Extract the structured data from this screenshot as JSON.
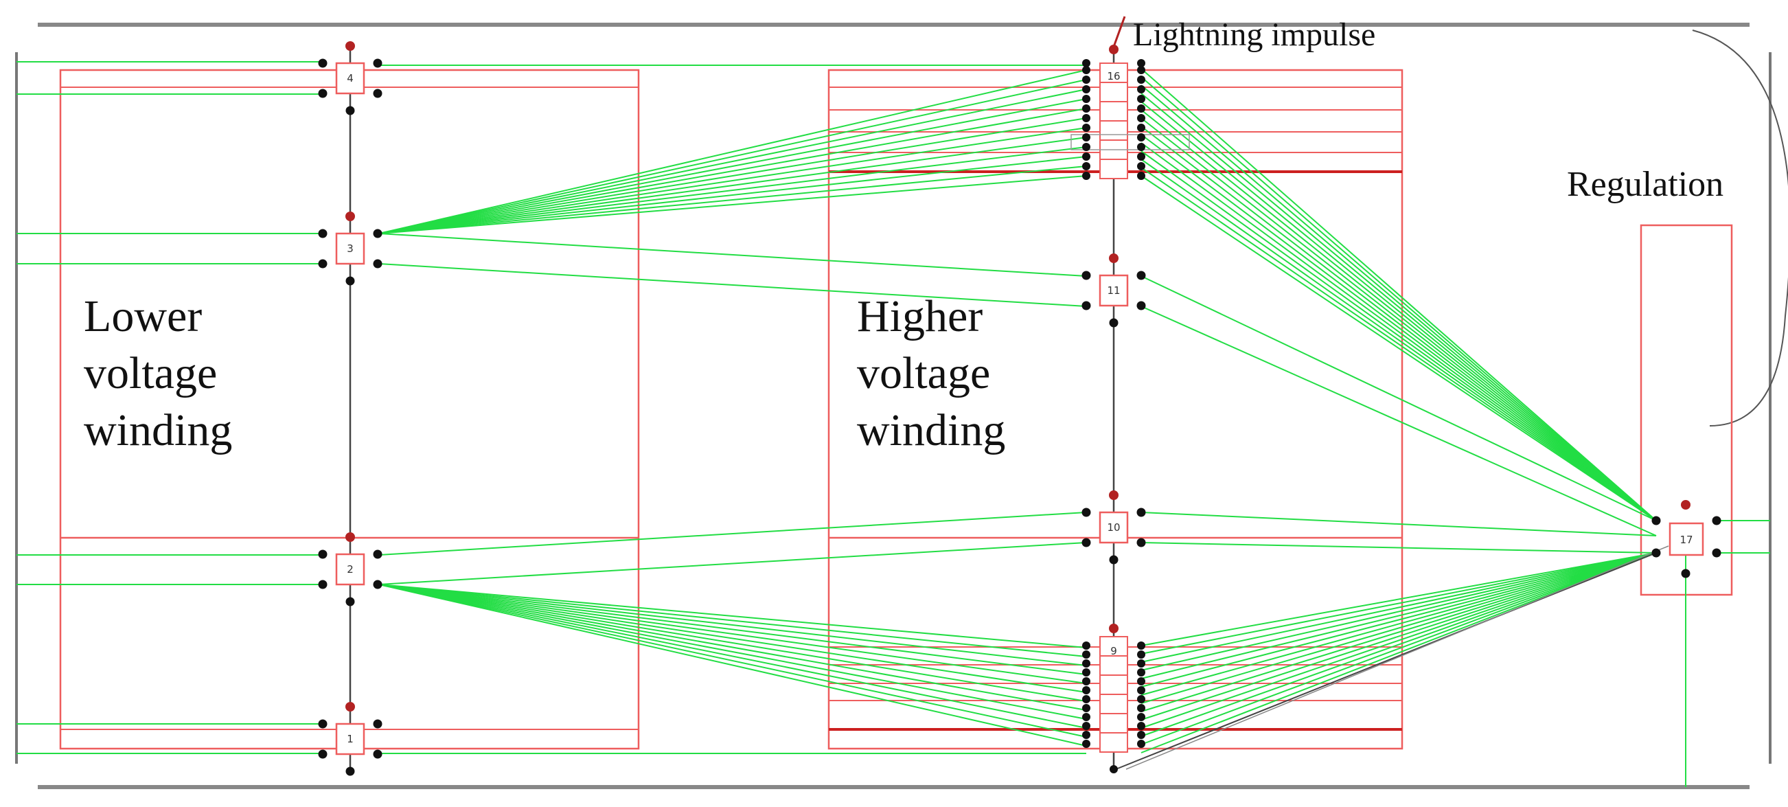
{
  "labels": {
    "lower": [
      "Lower",
      "voltage",
      "winding"
    ],
    "higher": [
      "Higher",
      "voltage",
      "winding"
    ],
    "regulation": "Regulation",
    "impulse": "Lightning impulse"
  },
  "nodes": {
    "lv": [
      "1",
      "2",
      "3",
      "4"
    ],
    "hv": [
      "9",
      "10",
      "11",
      "16"
    ],
    "reg": "17"
  },
  "colors": {
    "coil": "#ee5d5d",
    "coil_dark": "#cc2020",
    "connection": "#22dd44",
    "terminal": "#111111",
    "injection": "#b22222",
    "wire": "#444444"
  }
}
